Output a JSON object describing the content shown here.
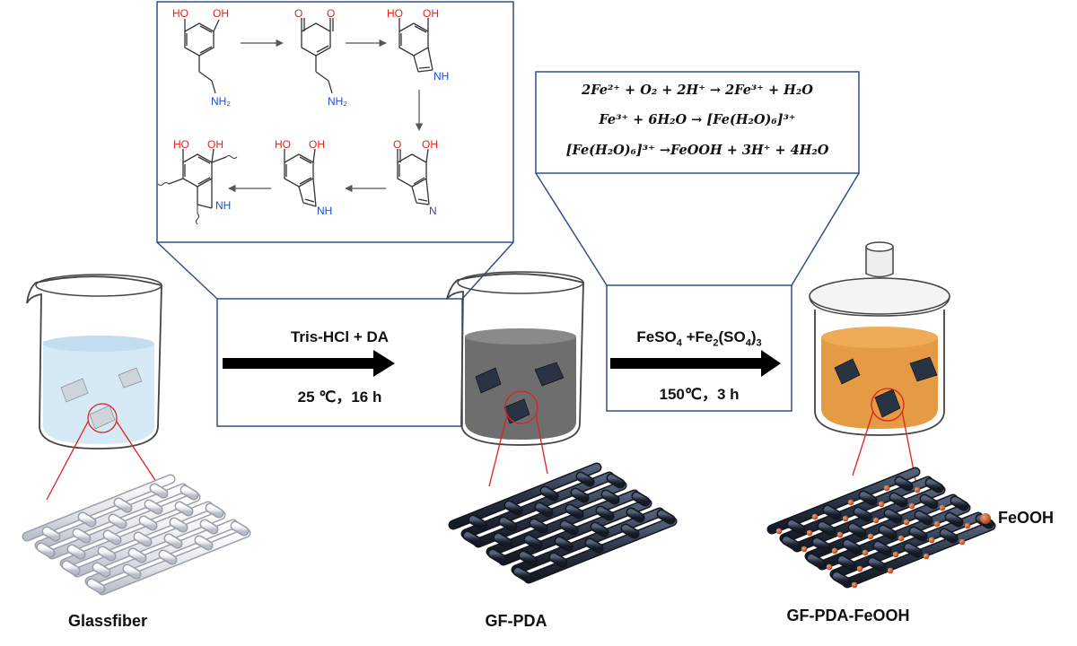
{
  "step1": {
    "reagents": "Tris-HCl + DA",
    "conditions": "25 ℃，16 h"
  },
  "step2": {
    "reagent_parts": [
      "FeSO",
      "4",
      " +Fe",
      "2",
      "(SO",
      "4",
      ")",
      "3"
    ],
    "conditions": "150℃，3 h"
  },
  "equations": [
    "2Fe²⁺ + O₂ + 2H⁺ → 2Fe³⁺ + H₂O",
    "Fe³⁺ + 6H₂O → [Fe(H₂O)₆]³⁺",
    "[Fe(H₂O)₆]³⁺ →FeOOH + 3H⁺ + 4H₂O"
  ],
  "mechanism_labels": {
    "oh": "OH",
    "ho": "HO",
    "o": "O",
    "nh2": "NH₂",
    "nh": "NH",
    "n": "N"
  },
  "stage_labels": [
    "Glassfiber",
    "GF-PDA",
    "GF-PDA-FeOOH"
  ],
  "legend": {
    "label": "FeOOH",
    "color": "#c4572a"
  },
  "colors": {
    "frame": "#2f4f8f",
    "oxygen": "#e0241b",
    "nitrogen": "#1f4fd0",
    "magnify": "#e02020",
    "water": "#d6eaf6",
    "pda_solution": "#6e6e6e",
    "feooh_solution": "#e59a44",
    "fiber_white": "#e8eaf0",
    "fiber_dark": "#2a3344"
  }
}
